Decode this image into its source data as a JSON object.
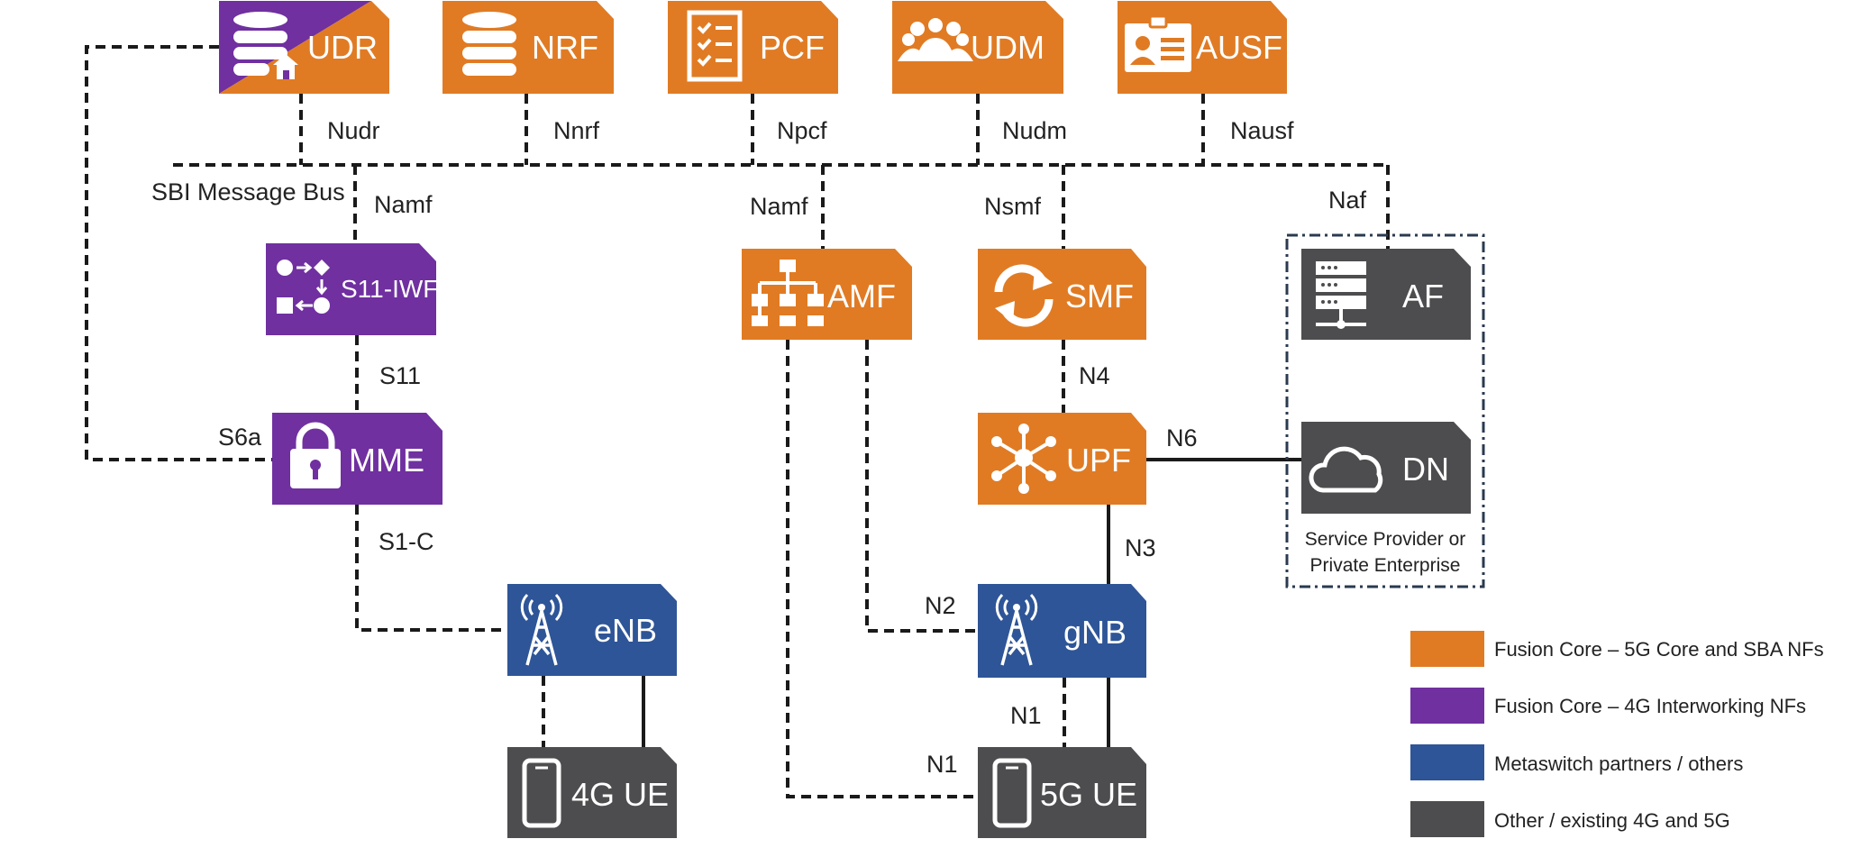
{
  "nodes": {
    "udr": {
      "label": "UDR",
      "color": "#7030a0",
      "accent": "#e07b24",
      "icon": "database-home-icon"
    },
    "nrf": {
      "label": "NRF",
      "color": "#e07b24",
      "icon": "database-icon"
    },
    "pcf": {
      "label": "PCF",
      "color": "#e07b24",
      "icon": "checklist-icon"
    },
    "udm": {
      "label": "UDM",
      "color": "#e07b24",
      "icon": "people-group-icon"
    },
    "ausf": {
      "label": "AUSF",
      "color": "#e07b24",
      "icon": "id-card-icon"
    },
    "s11iwf": {
      "label": "S11-IWF",
      "color": "#7030a0",
      "icon": "workflow-icon"
    },
    "amf": {
      "label": "AMF",
      "color": "#e07b24",
      "icon": "hierarchy-icon"
    },
    "smf": {
      "label": "SMF",
      "color": "#e07b24",
      "icon": "refresh-cycle-icon"
    },
    "af": {
      "label": "AF",
      "color": "#4d4d4f",
      "icon": "server-rack-icon"
    },
    "mme": {
      "label": "MME",
      "color": "#7030a0",
      "icon": "padlock-icon"
    },
    "upf": {
      "label": "UPF",
      "color": "#e07b24",
      "icon": "hub-network-icon"
    },
    "dn": {
      "label": "DN",
      "color": "#4d4d4f",
      "icon": "cloud-icon"
    },
    "enb": {
      "label": "eNB",
      "color": "#2e5597",
      "icon": "antenna-tower-icon"
    },
    "gnb": {
      "label": "gNB",
      "color": "#2e5597",
      "icon": "antenna-tower-icon"
    },
    "ue4g": {
      "label": "4G UE",
      "color": "#4d4d4f",
      "icon": "smartphone-icon"
    },
    "ue5g": {
      "label": "5G UE",
      "color": "#4d4d4f",
      "icon": "smartphone-icon"
    }
  },
  "interfaces": {
    "nudr": "Nudr",
    "nnrf": "Nnrf",
    "npcf": "Npcf",
    "nudm": "Nudm",
    "nausf": "Nausf",
    "bus": "SBI Message Bus",
    "namf_left": "Namf",
    "namf_mid": "Namf",
    "nsmf": "Nsmf",
    "naf": "Naf",
    "s11": "S11",
    "s6a": "S6a",
    "n4": "N4",
    "n6": "N6",
    "s1c": "S1-C",
    "n3": "N3",
    "n2": "N2",
    "n1_upper": "N1",
    "n1_lower": "N1"
  },
  "enterprise": {
    "line1": "Service Provider or",
    "line2": "Private Enterprise"
  },
  "legend": [
    {
      "label": "Fusion Core – 5G Core and SBA NFs",
      "color": "#e07b24"
    },
    {
      "label": "Fusion Core – 4G Interworking NFs",
      "color": "#7030a0"
    },
    {
      "label": "Metaswitch partners / others",
      "color": "#2e5597"
    },
    {
      "label": "Other / existing 4G and 5G",
      "color": "#4d4d4f"
    }
  ]
}
